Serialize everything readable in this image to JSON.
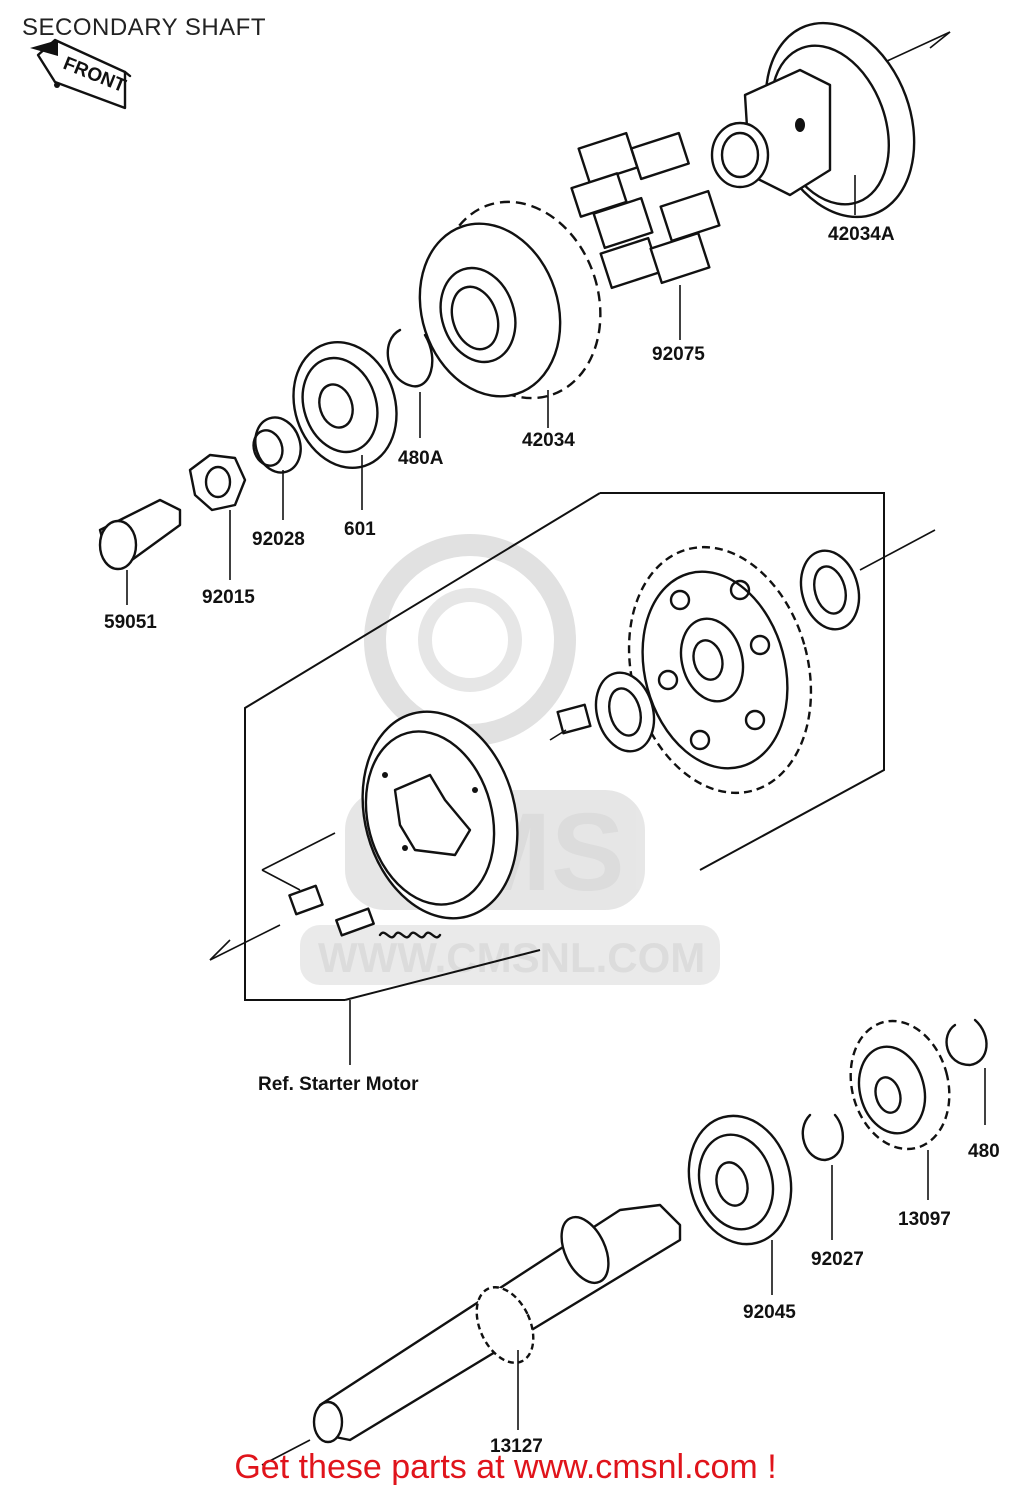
{
  "title": "SECONDARY SHAFT",
  "front_tag": "FRONT",
  "watermark": {
    "brand": "CMS",
    "url": "WWW.CMSNL.COM"
  },
  "reference_note": "Ref. Starter Motor",
  "part_labels": {
    "p42034A": "42034A",
    "p92075": "92075",
    "p42034": "42034",
    "p480A": "480A",
    "p601": "601",
    "p92028": "92028",
    "p92015": "92015",
    "p59051": "59051",
    "p480": "480",
    "p13097": "13097",
    "p92027": "92027",
    "p92045": "92045",
    "p13127": "13127"
  },
  "footer": "Get these parts at www.cmsnl.com !",
  "colors": {
    "footer_text": "#e0141b",
    "line_art": "#111111",
    "watermark": "#d9d9d9"
  }
}
